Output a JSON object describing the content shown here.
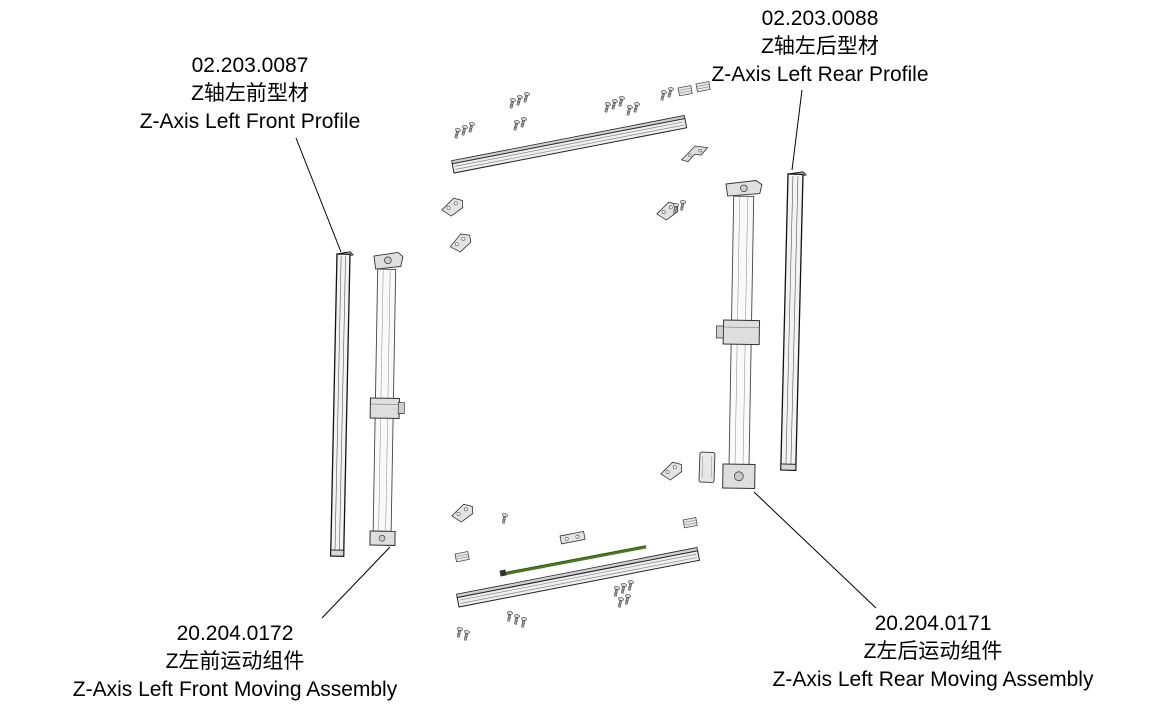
{
  "diagram": {
    "type": "exploded-assembly-diagram",
    "labels": {
      "front_profile": {
        "part_number": "02.203.0087",
        "name_zh": "Z轴左前型材",
        "name_en": "Z-Axis Left Front Profile"
      },
      "rear_profile": {
        "part_number": "02.203.0088",
        "name_zh": "Z轴左后型材",
        "name_en": "Z-Axis Left Rear Profile"
      },
      "front_assembly": {
        "part_number": "20.204.0172",
        "name_zh": "Z左前运动组件",
        "name_en": "Z-Axis Left Front Moving Assembly"
      },
      "rear_assembly": {
        "part_number": "20.204.0171",
        "name_zh": "Z左后运动组件",
        "name_en": "Z-Axis Left Rear Moving Assembly"
      }
    },
    "colors": {
      "leadscrew": "#4a7a1f",
      "outline": "#1a1a1a",
      "background": "#ffffff"
    }
  }
}
